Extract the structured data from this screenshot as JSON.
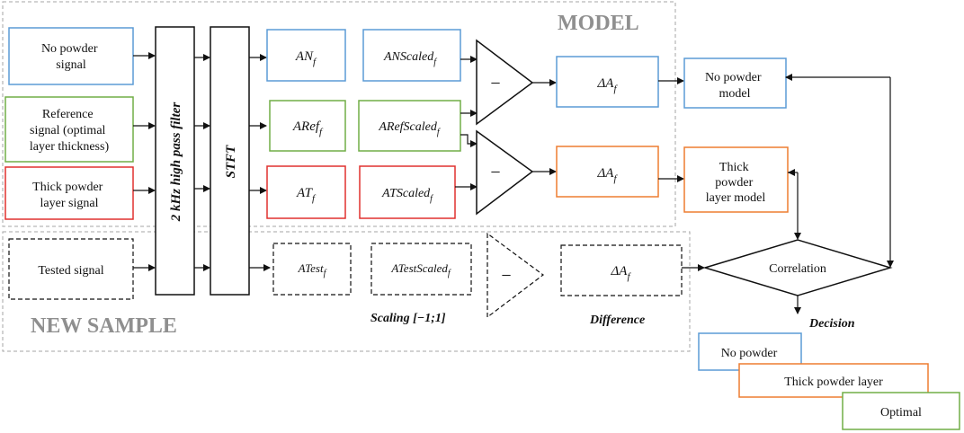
{
  "sections": {
    "model": "MODEL",
    "new_sample": "NEW SAMPLE"
  },
  "inputs": {
    "no_powder": [
      "No powder",
      "signal"
    ],
    "reference": [
      "Reference",
      "signal (optimal",
      "layer thickness)"
    ],
    "thick_powder": [
      "Thick powder",
      "layer signal"
    ],
    "tested": "Tested signal"
  },
  "filter": "2 kHz high pass filter",
  "stft": "STFT",
  "spectra": {
    "an": {
      "base": "AN",
      "sub": "f"
    },
    "aref": {
      "base": "ARef",
      "sub": "f"
    },
    "at": {
      "base": "AT",
      "sub": "f"
    },
    "atest": {
      "base": "ATest",
      "sub": "f"
    }
  },
  "scaled": {
    "an": {
      "base": "ANScaled",
      "sub": "f"
    },
    "aref": {
      "base": "ARefScaled",
      "sub": "f"
    },
    "at": {
      "base": "ATScaled",
      "sub": "f"
    },
    "atest": {
      "base": "ATestScaled",
      "sub": "f"
    }
  },
  "minus": "−",
  "delta": {
    "base": "ΔA",
    "sub": "f"
  },
  "models": {
    "no_powder": [
      "No powder",
      "model"
    ],
    "thick": [
      "Thick",
      "powder",
      "layer model"
    ]
  },
  "correlation": "Correlation",
  "decision": "Decision",
  "scaling_label": "Scaling [−1;1]",
  "difference_label": "Difference",
  "outcomes": [
    "No powder",
    "Thick powder layer",
    "Optimal"
  ],
  "colors": {
    "blue": "#5b9bd5",
    "green": "#70ad47",
    "red": "#e0302f",
    "orange": "#ed7d31",
    "section_border": "#a6a6a6",
    "section_text": "#8f8f8f"
  }
}
